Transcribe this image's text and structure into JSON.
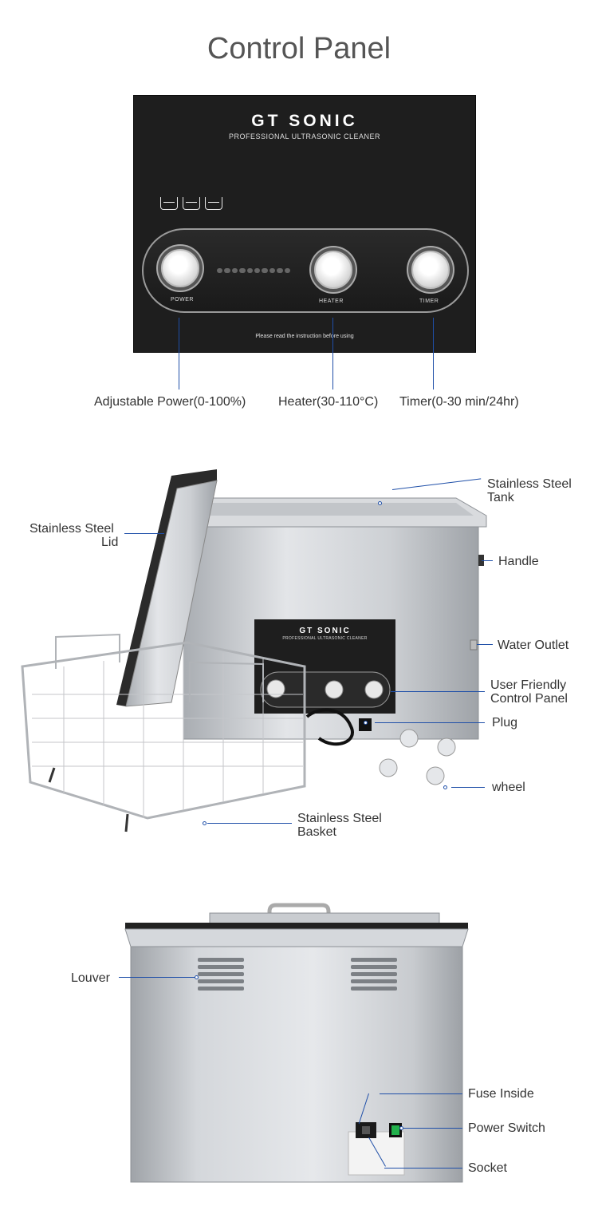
{
  "section1": {
    "title": "Control Panel",
    "panel": {
      "brand": "GT SONIC",
      "subtitle": "PROFESSIONAL ULTRASONIC CLEANER",
      "knob_labels": [
        "POWER",
        "HEATER",
        "TIMER"
      ],
      "instruction": "Please read the instruction before using"
    },
    "callouts": [
      "Adjustable Power(0-100%)",
      "Heater(30-110°C)",
      "Timer(0-30 min/24hr)"
    ]
  },
  "section2": {
    "panel": {
      "brand": "GT SONIC",
      "subtitle": "PROFESSIONAL ULTRASONIC CLEANER"
    },
    "callouts": {
      "tank": [
        "Stainless Steel",
        "Tank"
      ],
      "lid": [
        "Stainless Steel",
        "Lid"
      ],
      "handle": "Handle",
      "water_outlet": "Water Outlet",
      "control_panel": [
        "User Friendly",
        "Control Panel"
      ],
      "plug": "Plug",
      "wheel": "wheel",
      "basket": [
        "Stainless Steel",
        "Basket"
      ]
    }
  },
  "section3": {
    "callouts": {
      "louver": "Louver",
      "fuse": "Fuse Inside",
      "power_switch": "Power Switch",
      "socket": "Socket"
    }
  },
  "colors": {
    "callout_line": "#1f4fa8",
    "panel": "#1e1e1e",
    "switch": "#22b14c"
  }
}
